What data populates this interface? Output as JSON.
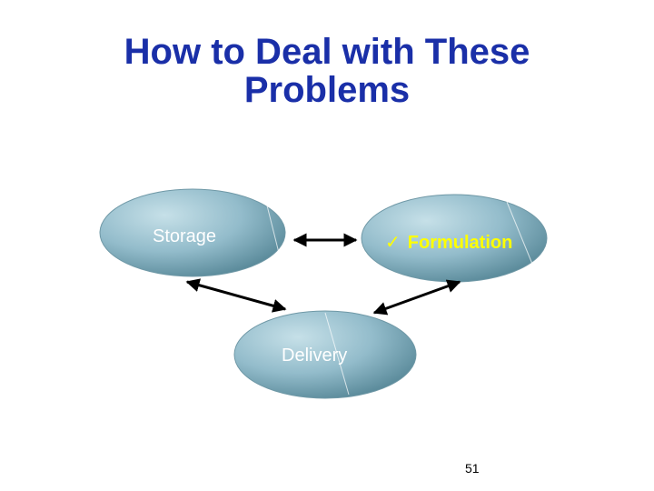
{
  "slide": {
    "title_line1": "How to Deal with These",
    "title_line2": "Problems",
    "page_number": "51"
  },
  "nodes": {
    "storage": {
      "label": "Storage"
    },
    "formulation": {
      "check": "✓",
      "label": "Formulation"
    },
    "delivery": {
      "label": "Delivery"
    }
  },
  "colors": {
    "title": "#1a2fa8",
    "node_fill_light": "#c6e0e8",
    "node_fill_dark": "#5a8a9a",
    "highlight_text": "#ffff00",
    "node_text": "#ffffff"
  }
}
